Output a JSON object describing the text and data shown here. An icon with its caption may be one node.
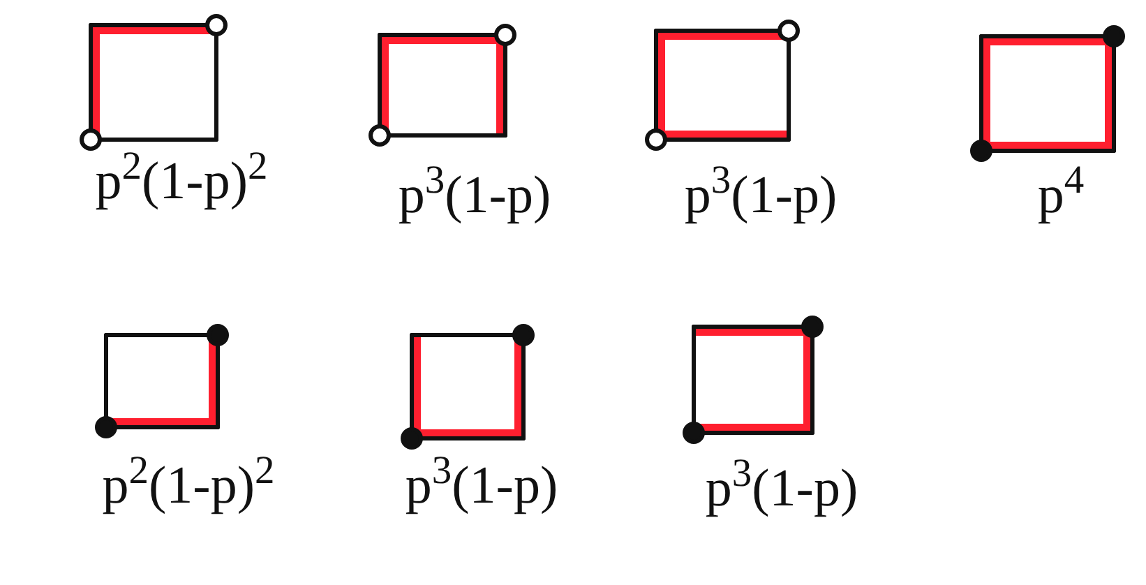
{
  "diagram": {
    "nodes": [
      {
        "text": [],
        "shape": "box",
        "beside": [
          "p$^{2}$(1-p)$^{2}$"
        ]
      },
      {
        "text": [],
        "shape": "box",
        "beside": [
          "p$^{3}$(1-p)"
        ]
      },
      {
        "text": [],
        "shape": "box",
        "beside": [
          "p$^{3}$(1-p)"
        ]
      },
      {
        "text": [],
        "shape": "box",
        "beside": [
          "p$^{4}$"
        ]
      },
      {
        "text": [],
        "shape": "box",
        "beside": [
          "p$^{2}$(1-p)$^{2}$"
        ]
      },
      {
        "text": [],
        "shape": "box",
        "beside": [
          "p$^{3}$(1-p)"
        ]
      },
      {
        "text": [],
        "shape": "box",
        "beside": [
          "p$^{3}$(1-p)"
        ]
      }
    ]
  }
}
